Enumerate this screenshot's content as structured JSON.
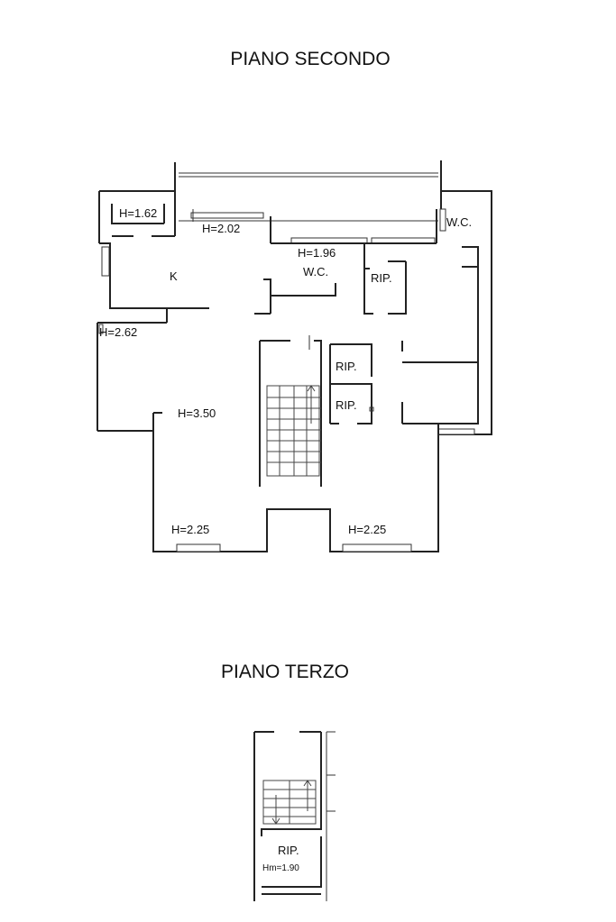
{
  "floors": [
    {
      "title": "PIANO SECONDO",
      "rooms": {
        "h162": "H=1.62",
        "h202": "H=2.02",
        "h196": "H=1.96",
        "wc_top": "W.C.",
        "wc_mid": "W.C.",
        "k": "K",
        "rip1": "RIP.",
        "h262": "H=2.62",
        "rip2": "RIP.",
        "rip3": "RIP.",
        "h350": "H=3.50",
        "h225_left": "H=2.25",
        "h225_right": "H=2.25"
      }
    },
    {
      "title": "PIANO TERZO",
      "rooms": {
        "rip": "RIP.",
        "hm": "Hm=1.90"
      }
    }
  ]
}
